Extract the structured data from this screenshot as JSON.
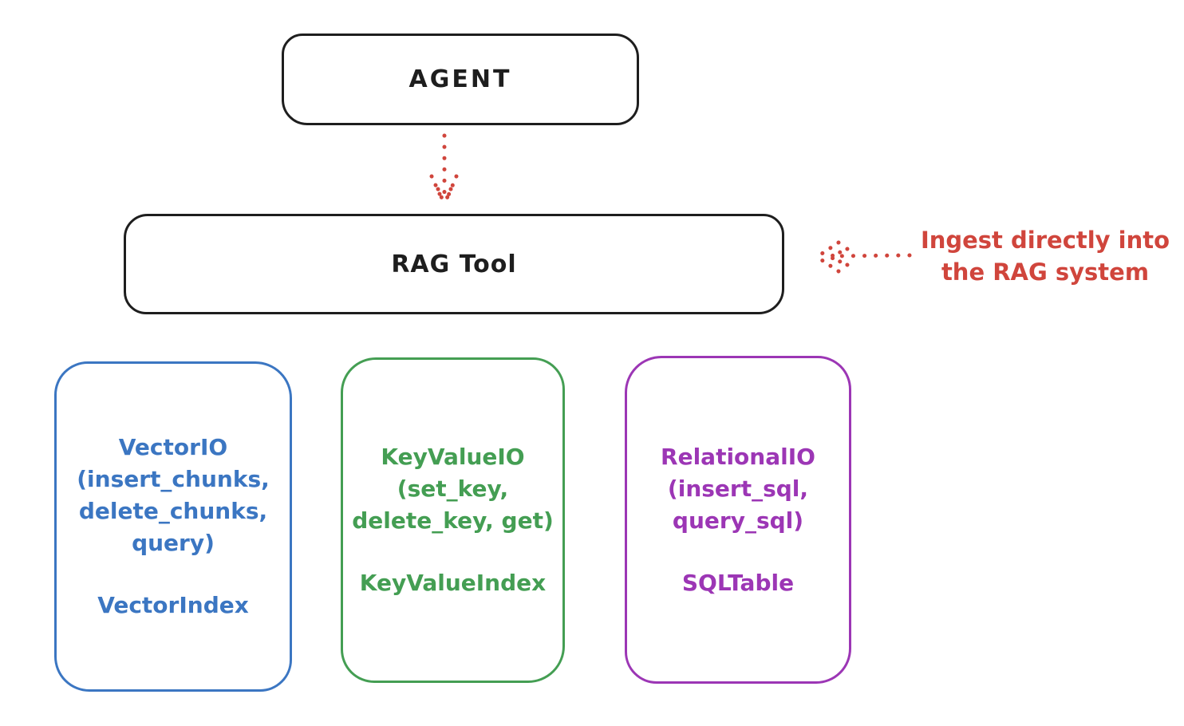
{
  "agent": {
    "label": "AGENT"
  },
  "rag_tool": {
    "label": "RAG Tool"
  },
  "annotation": {
    "line1": "Ingest directly into",
    "line2": "the RAG system",
    "color": "#d0453c"
  },
  "backends": [
    {
      "name": "vector-io",
      "title_lines": [
        "VectorIO",
        "(insert_chunks,",
        "delete_chunks,",
        "query)"
      ],
      "footer": "VectorIndex",
      "color": "#3b76c2"
    },
    {
      "name": "key-value-io",
      "title_lines": [
        "KeyValueIO",
        "(set_key,",
        "delete_key, get)"
      ],
      "footer": "KeyValueIndex",
      "color": "#449e53"
    },
    {
      "name": "relational-io",
      "title_lines": [
        "RelationalIO",
        "(insert_sql,",
        "query_sql)"
      ],
      "footer": "SQLTable",
      "color": "#9c36b5"
    }
  ],
  "colors": {
    "box_stroke": "#1e1e1e",
    "arrow_red": "#d0453c",
    "background": "#ffffff"
  }
}
